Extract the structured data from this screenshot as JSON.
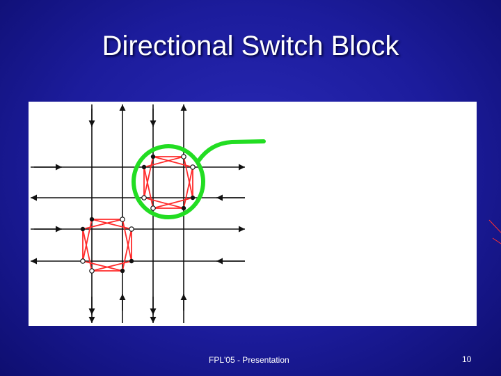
{
  "slide": {
    "title": "Directional Switch Block",
    "footer": "FPL'05 - Presentation",
    "page_number": "10"
  },
  "diagram": {
    "wire_color": "#111111",
    "switch_color": "#ff2a2a",
    "highlight_color": "#22dd22",
    "panel_background": "#ffffff"
  },
  "colors": {
    "background": "#1c1c9c",
    "text": "#ffffff"
  }
}
